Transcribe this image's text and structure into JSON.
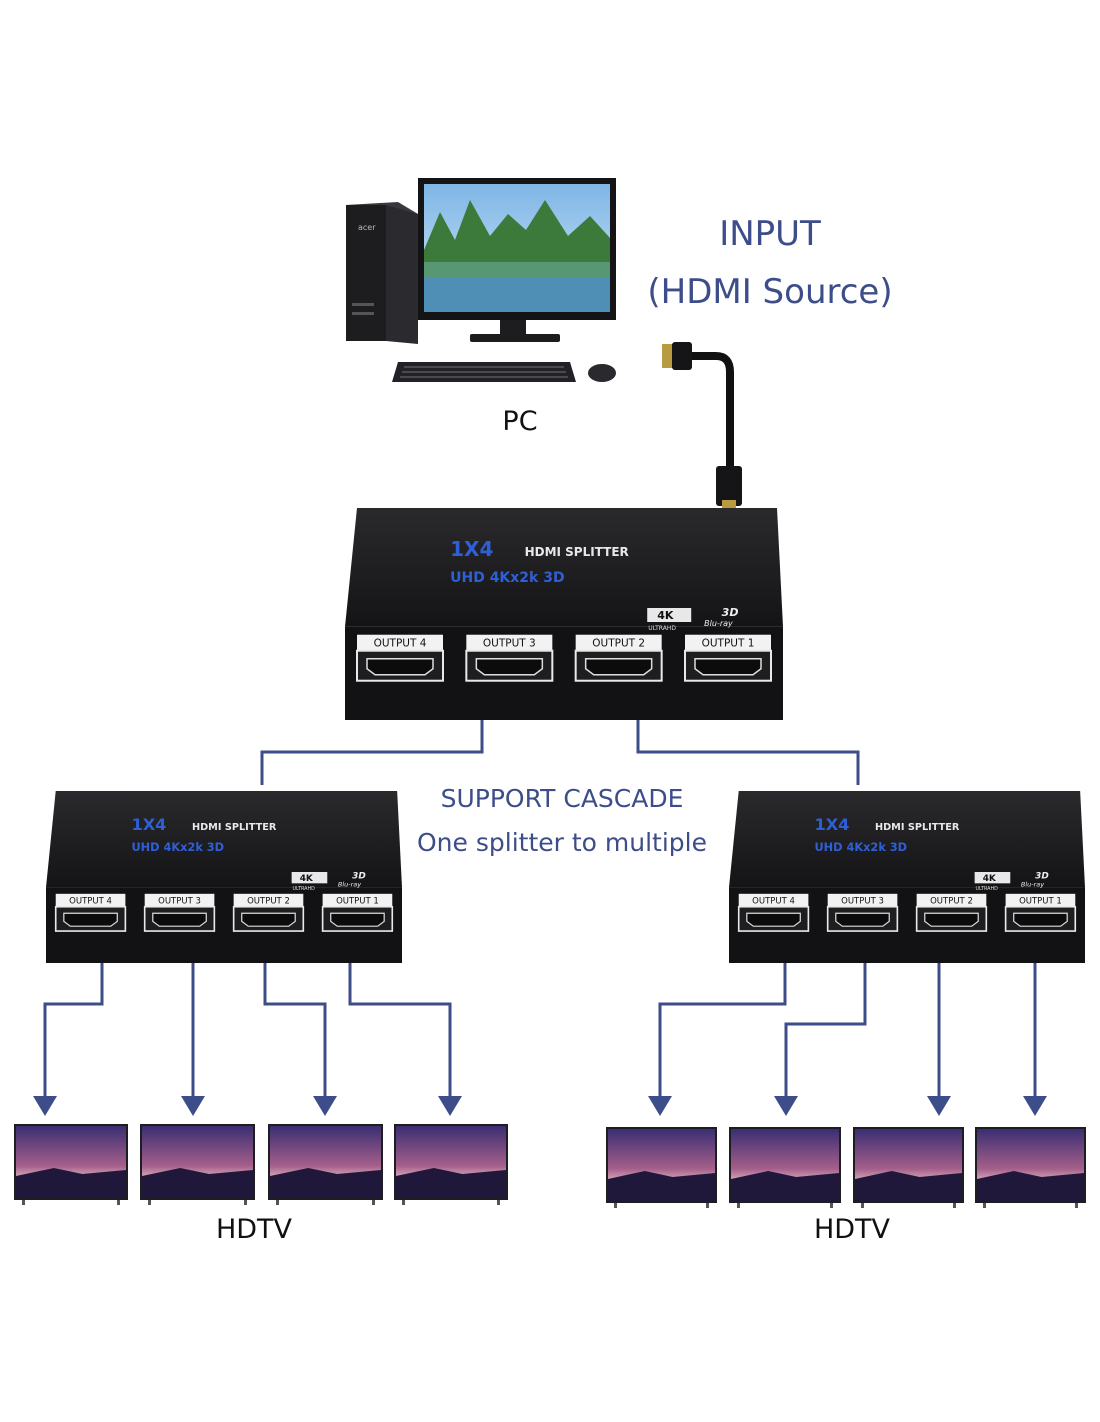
{
  "input": {
    "title": "INPUT",
    "subtitle": "(HDMI Source)"
  },
  "pc": {
    "label": "PC",
    "brand": "acer"
  },
  "cascade": {
    "title": "SUPPORT CASCADE",
    "subtitle": "One splitter to multiple"
  },
  "splitter": {
    "model": "1X4",
    "name": "HDMI SPLITTER",
    "spec": "UHD  4Kx2k 3D",
    "badge_4k": "4K",
    "badge_ultrahd": "ULTRAHD",
    "badge_3d": "3D",
    "badge_bluray": "Blu-ray",
    "ports": [
      "OUTPUT 4",
      "OUTPUT 3",
      "OUTPUT 2",
      "OUTPUT 1"
    ]
  },
  "tv": {
    "left_label": "HDTV",
    "right_label": "HDTV"
  },
  "colors": {
    "line": "#3d4d8a",
    "device": "#1b1b1d",
    "accent": "#2f5fd6"
  }
}
